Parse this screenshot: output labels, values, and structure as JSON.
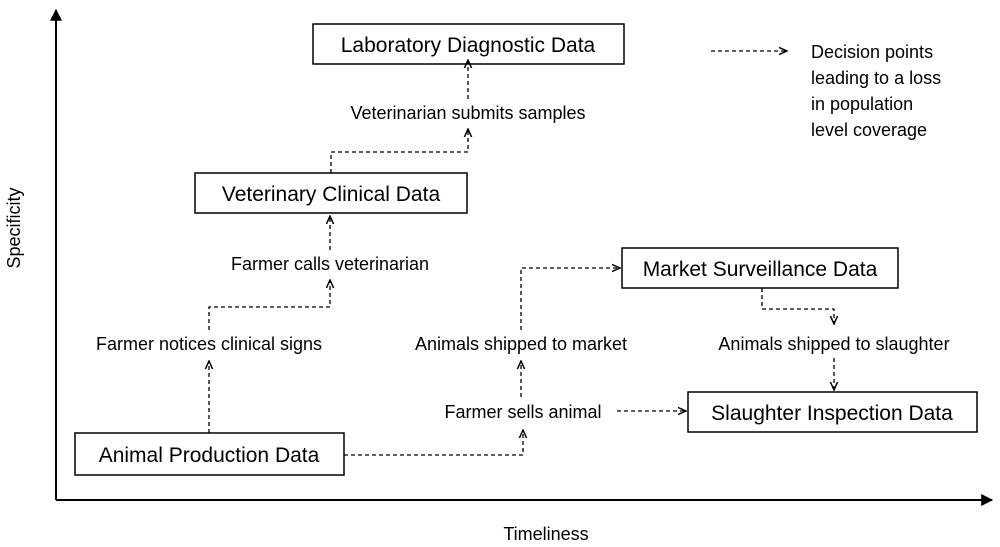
{
  "axes": {
    "x_label": "Timeliness",
    "y_label": "Specificity"
  },
  "legend": {
    "lines": [
      "Decision points",
      "leading to a loss",
      "in population",
      "level coverage"
    ]
  },
  "nodes": {
    "lab": "Laboratory Diagnostic Data",
    "vet_clinical": "Veterinary Clinical Data",
    "market": "Market Surveillance Data",
    "slaughter": "Slaughter Inspection Data",
    "production": "Animal Production Data"
  },
  "decisions": {
    "vet_submits": "Veterinarian submits samples",
    "farmer_calls": "Farmer calls veterinarian",
    "farmer_notices": "Farmer notices clinical signs",
    "shipped_market": "Animals shipped to market",
    "shipped_slaughter": "Animals shipped to slaughter",
    "farmer_sells": "Farmer sells animal"
  }
}
